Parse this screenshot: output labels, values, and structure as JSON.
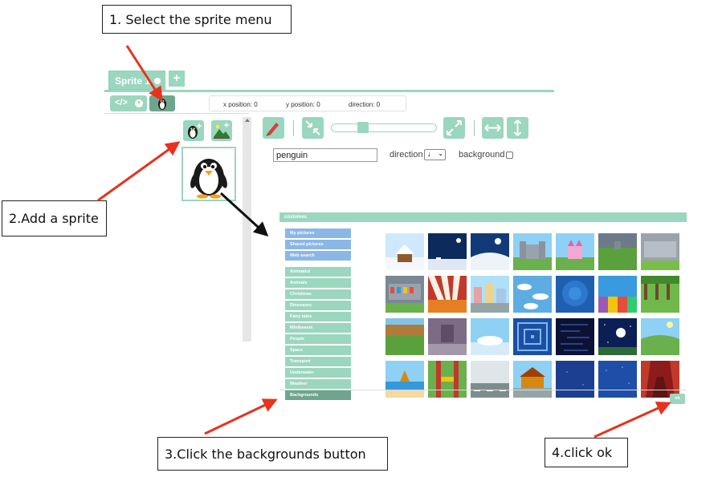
{
  "callouts": {
    "step1": "1. Select the sprite menu",
    "step2": "2.Add a sprite",
    "step3": "3.Click the backgrounds button",
    "step4": "4.click ok"
  },
  "editor": {
    "tab_label": "Sprite 1",
    "add_tab_label": "+",
    "code_button_label": "</>",
    "status": {
      "x_position": "x position: 0",
      "y_position": "y position: 0",
      "direction": "direction: 0"
    },
    "sprite_name": "penguin",
    "direction_label": "direction",
    "direction_value": "↓",
    "background_label": "background",
    "size_slider_percent": 30
  },
  "icons": {
    "sprite_menu": "penguin-icon",
    "add_sprite": "penguin-sparkle-icon",
    "add_from_library": "landscape-sparkle-icon",
    "paint": "paintbrush-icon",
    "shrink": "shrink-arrows-icon",
    "grow": "expand-arrows-icon",
    "flip_horizontal": "flip-horizontal-icon",
    "flip_vertical": "flip-vertical-icon"
  },
  "dialog": {
    "title": "costumes",
    "sources": [
      "My pictures",
      "Shared pictures",
      "Web search"
    ],
    "categories": [
      "Animated",
      "Animals",
      "Christmas",
      "Dinosaurs",
      "Fairy tales",
      "Minibeasts",
      "People",
      "Space",
      "Transport",
      "Underwater",
      "Weather",
      "Backgrounds"
    ],
    "active_category": "Backgrounds",
    "ok_label": "ok"
  },
  "colors": {
    "accent": "#9bd6bf",
    "accent_dark": "#6ea58f",
    "source_button": "#8ab7e6",
    "annotation_arrow": "#e8321f"
  }
}
